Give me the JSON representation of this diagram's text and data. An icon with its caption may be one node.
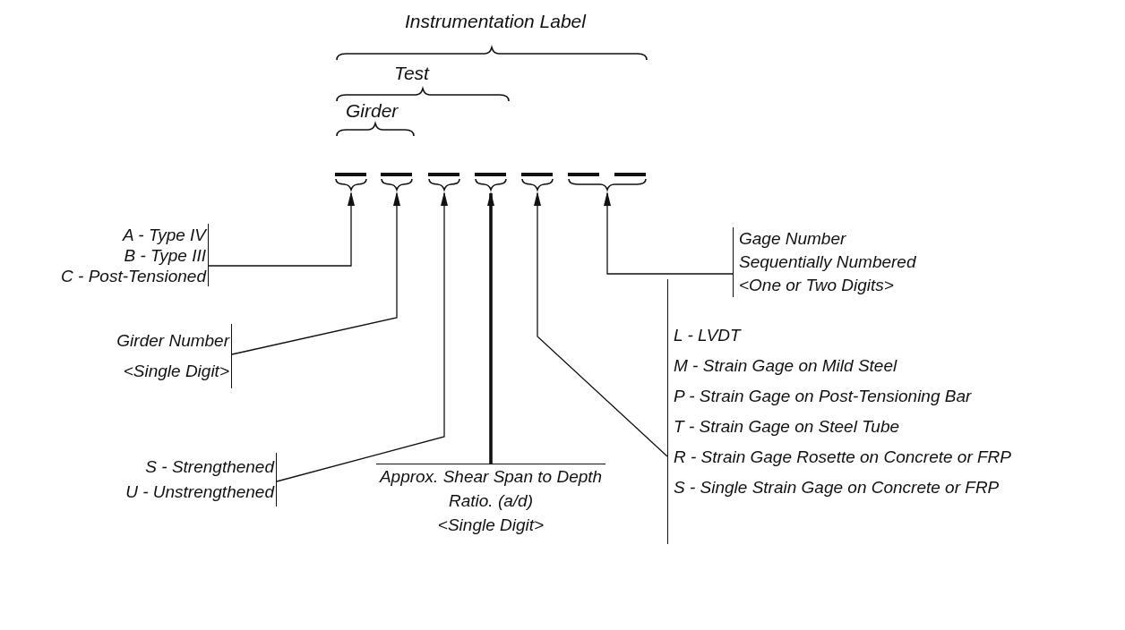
{
  "diagram": {
    "nodes": [
      {
        "text": [
          "A - Type IV",
          "B - Type III",
          "C - Post-Tensioned"
        ]
      },
      {
        "text": [
          "Girder Number",
          "<Single Digit>"
        ]
      },
      {
        "text": [
          "S - Strengthened",
          "U - Unstrengthened"
        ]
      },
      {
        "text": [
          "Approx. Shear Span to Depth Ratio. (a/d)",
          "<Single Digit>"
        ]
      },
      {
        "text": [
          "L - LVDT",
          "M - Strain Gage on Mild Steel",
          "P - Strain Gage on Post-Tensioning Bar",
          "T - Strain Gage on Steel Tube",
          "R - Strain Gage Rosette on Concrete or FRP",
          "S - Single Strain Gage on Concrete or FRP"
        ]
      },
      {
        "text": [
          "Gage Number",
          "Sequentially Numbered",
          "<One or Two Digits>"
        ]
      },
      {
        "text": [],
        "shape": "bar"
      },
      {
        "text": [],
        "shape": "bar"
      },
      {
        "text": [],
        "shape": "bar"
      },
      {
        "text": [],
        "shape": "bar"
      },
      {
        "text": [],
        "shape": "bar"
      },
      {
        "text": [],
        "shape": "bar"
      }
    ],
    "edges": [
      {
        "from": 0,
        "to": 6,
        "arrow": "to"
      },
      {
        "from": 1,
        "to": 7,
        "arrow": "to"
      },
      {
        "from": 2,
        "to": 8,
        "arrow": "to"
      },
      {
        "from": 3,
        "to": 9,
        "arrow": "to",
        "style": "thick"
      },
      {
        "from": 4,
        "to": 10,
        "arrow": "to"
      },
      {
        "from": 5,
        "to": 11,
        "arrow": "to"
      }
    ],
    "labels": [
      "Instrumentation Label",
      "Test",
      "Girder"
    ]
  }
}
